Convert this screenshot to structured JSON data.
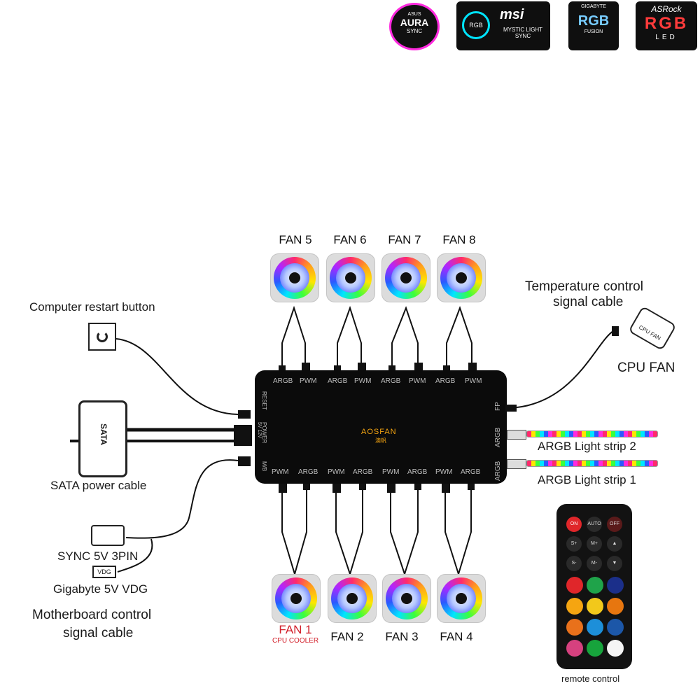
{
  "brand_logos": [
    {
      "name": "asus-aura-sync",
      "top_text": "ASUS",
      "main_text": "AURA",
      "sub_text": "SYNC"
    },
    {
      "name": "msi-mystic-light-sync",
      "badge_text": "RGB",
      "main_text": "msi",
      "sub_text": "MYSTIC LIGHT SYNC"
    },
    {
      "name": "gigabyte-rgb-fusion",
      "top_text": "GIGABYTE",
      "main_text": "RGB",
      "sub_text": "FUSION"
    },
    {
      "name": "asrock-rgb-led",
      "top_text": "ASRock",
      "main_text": "RGB",
      "sub_text": "LED"
    }
  ],
  "fans_top": [
    {
      "label": "FAN 5"
    },
    {
      "label": "FAN 6"
    },
    {
      "label": "FAN 7"
    },
    {
      "label": "FAN 8"
    }
  ],
  "fans_bottom": [
    {
      "label": "FAN 1",
      "sublabel": "CPU COOLER"
    },
    {
      "label": "FAN 2"
    },
    {
      "label": "FAN 3"
    },
    {
      "label": "FAN 4"
    }
  ],
  "hub": {
    "logo_text": "AOSFAN",
    "logo_sub": "澳帆",
    "top_ports": [
      "ARGB",
      "PWM",
      "ARGB",
      "PWM",
      "ARGB",
      "PWM",
      "ARGB",
      "PWM"
    ],
    "bottom_ports": [
      "PWM",
      "ARGB",
      "PWM",
      "ARGB",
      "PWM",
      "ARGB",
      "PWM",
      "ARGB"
    ],
    "left_ports": [
      "RESET",
      "POWER",
      "M/B"
    ],
    "power_sub": "5V 12V",
    "right_ports": [
      "FP",
      "ARGB",
      "ARGB"
    ]
  },
  "labels": {
    "restart_button": "Computer restart button",
    "sata_cable": "SATA power cable",
    "sata_plug": "SATA",
    "sync_3pin": "SYNC 5V 3PIN",
    "vdg_plug": "VDG",
    "gigabyte_vdg": "Gigabyte 5V VDG",
    "mb_signal_line1": "Motherboard control",
    "mb_signal_line2": "signal cable",
    "temp_signal_line1": "Temperature control",
    "temp_signal_line2": "signal cable",
    "cpu_fan": "CPU FAN",
    "cpu_fan_plug": "CPU FAN",
    "strip2": "ARGB Light strip 2",
    "strip1": "ARGB Light strip 1",
    "remote": "remote control"
  },
  "remote": {
    "top_buttons": [
      "ON",
      "AUTO",
      "OFF"
    ],
    "speed_buttons": [
      "S+",
      "M+",
      "▲",
      "S-",
      "M-",
      "▼"
    ],
    "colors": [
      "#e0262a",
      "#1fa34a",
      "#1b2f8a",
      "#f5a511",
      "#f2c81b",
      "#e7760f",
      "#e9711b",
      "#1d8fd9",
      "#1c57a8",
      "#d6417f",
      "#17a43c",
      "#f5f5f5"
    ],
    "accent": "#e0262a"
  }
}
